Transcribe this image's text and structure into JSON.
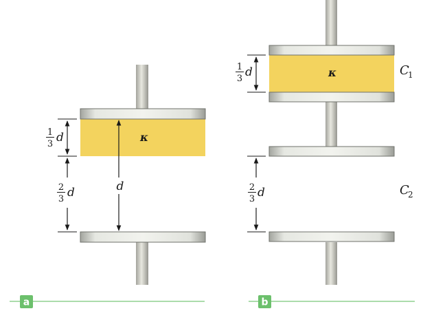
{
  "colors": {
    "rod_light": "#e4e4dc",
    "rod_dark": "#9b9b94",
    "plate_light": "#eef0ea",
    "plate_dark": "#9a9c96",
    "dielectric": "#f3d35e",
    "badge": "#6cc06c",
    "rule": "#8fd08f",
    "ink": "#1a1a1a"
  },
  "panel_a": {
    "badge": "a",
    "dielectric_symbol": "κ",
    "top_gap": {
      "num": "1",
      "den": "3",
      "var": "d"
    },
    "bottom_gap": {
      "num": "2",
      "den": "3",
      "var": "d"
    },
    "total_gap": "d"
  },
  "panel_b": {
    "badge": "b",
    "dielectric_symbol": "κ",
    "top_gap": {
      "num": "1",
      "den": "3",
      "var": "d"
    },
    "bottom_gap": {
      "num": "2",
      "den": "3",
      "var": "d"
    },
    "c1": {
      "base": "C",
      "sub": "1"
    },
    "c2": {
      "base": "C",
      "sub": "2"
    }
  }
}
